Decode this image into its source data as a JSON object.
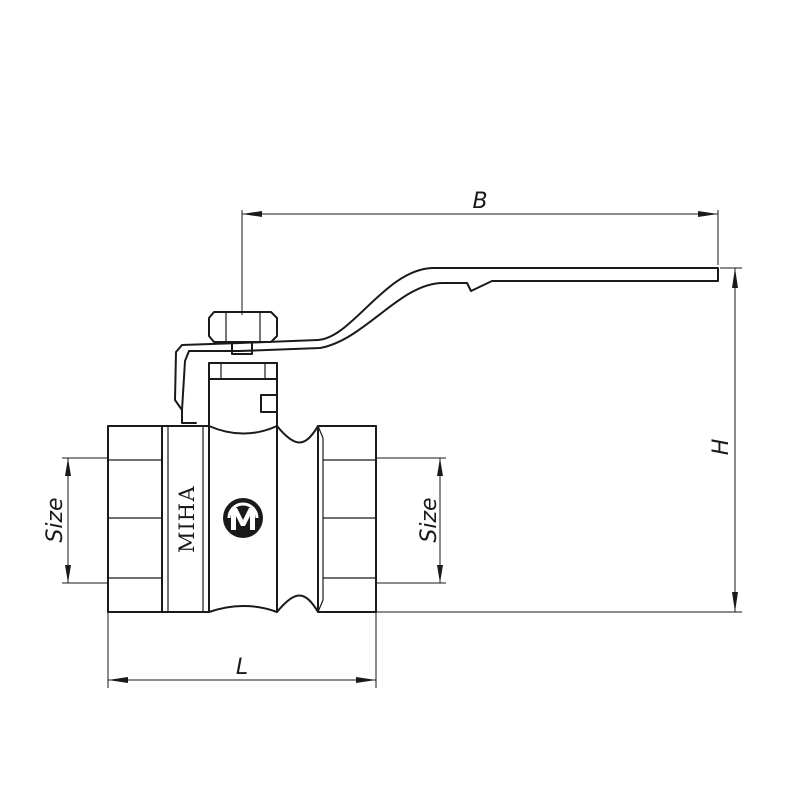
{
  "dimensions": {
    "b_label": "B",
    "h_label": "H",
    "l_label": "L",
    "size_left_label": "Size",
    "size_right_label": "Size"
  },
  "body_marking": {
    "brand_text": "МІНА",
    "logo_icon": "mina-logo-icon"
  }
}
